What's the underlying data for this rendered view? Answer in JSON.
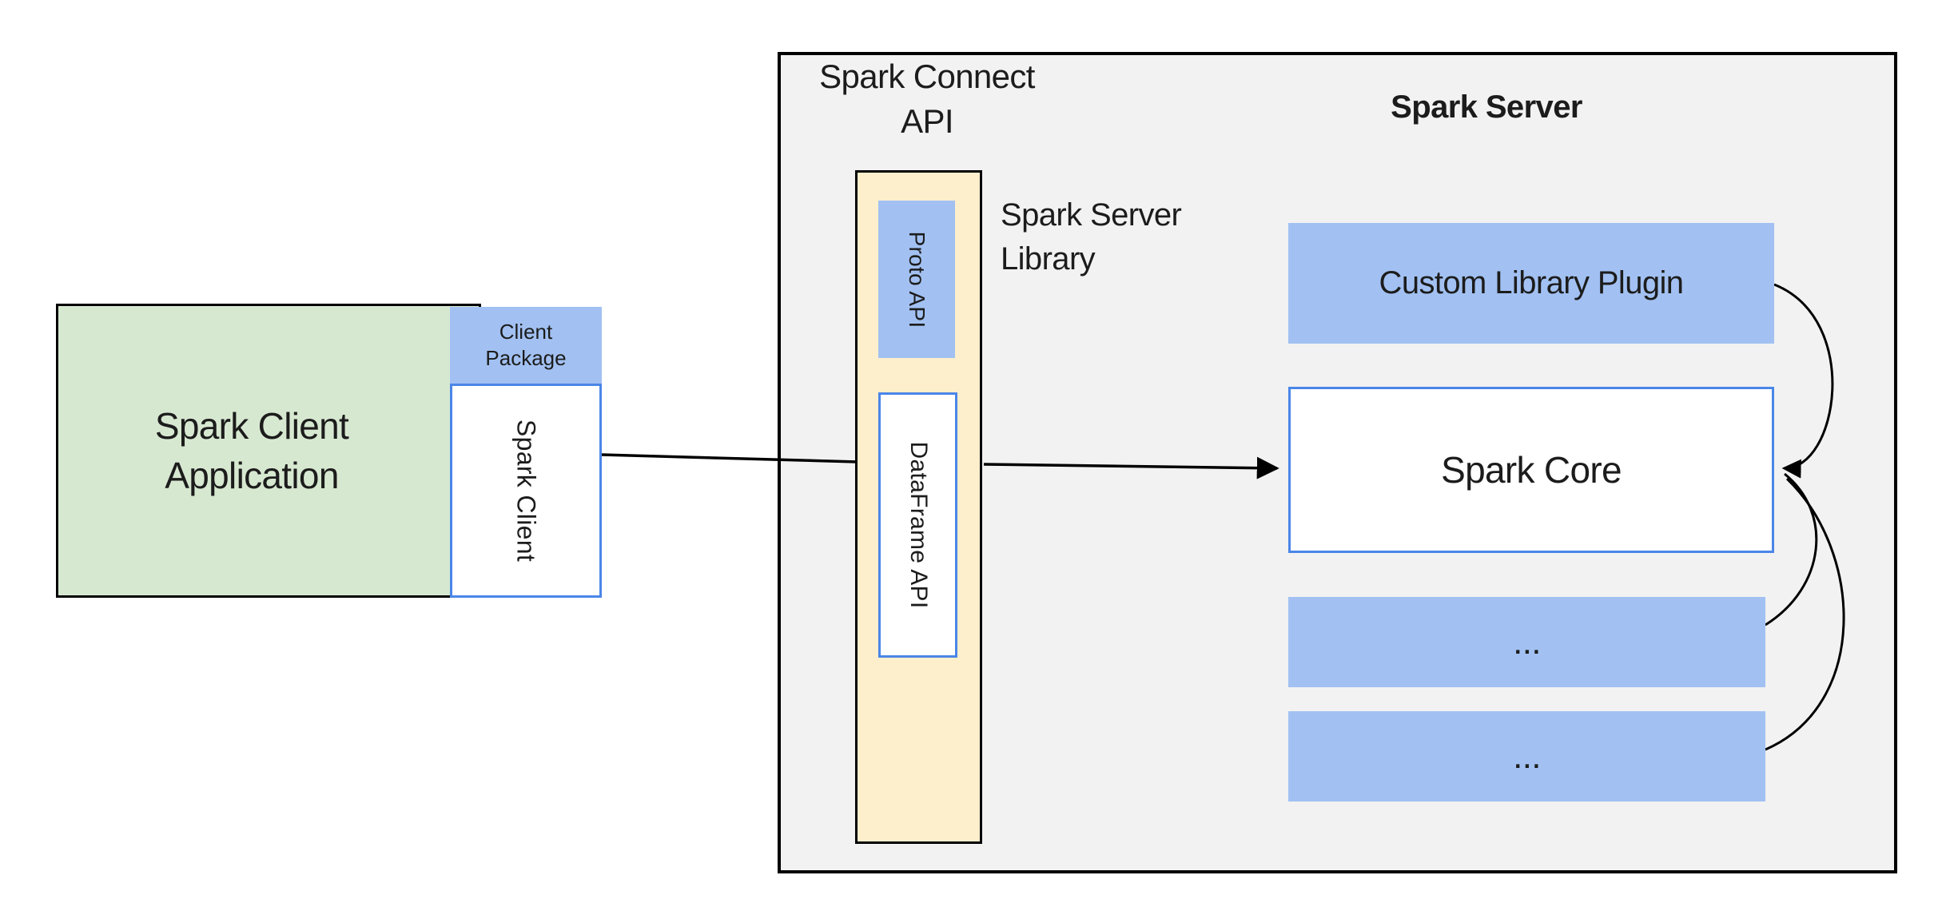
{
  "diagram": {
    "client_application": {
      "lines": [
        "Spark Client",
        "Application"
      ]
    },
    "client_package": {
      "lines": [
        "Client",
        "Package"
      ]
    },
    "spark_client": {
      "label": "Spark Client"
    },
    "connect_api_title": {
      "lines": [
        "Spark Connect",
        "API"
      ]
    },
    "server_title": {
      "label": "Spark Server"
    },
    "server_library_label": {
      "lines": [
        "Spark Server",
        "Library"
      ]
    },
    "proto_api": {
      "label": "Proto API"
    },
    "dataframe_api": {
      "label": "DataFrame API"
    },
    "custom_library_plugin": {
      "label": "Custom Library Plugin"
    },
    "spark_core": {
      "label": "Spark Core"
    },
    "plugin_slot_1": {
      "label": "..."
    },
    "plugin_slot_2": {
      "label": "..."
    },
    "colors": {
      "client_app_fill": "#d7e8d1",
      "light_blue_fill": "#a2c1f2",
      "blue_border": "#4a86e8",
      "cream_fill": "#fdefcc",
      "server_fill": "#f2f2f2",
      "outline": "#000000",
      "text": "#1c1c1c"
    },
    "arrows": [
      {
        "name": "client-to-spark-core"
      },
      {
        "name": "custom-library-plugin-to-spark-core"
      },
      {
        "name": "plugin-slot-1-to-spark-core"
      },
      {
        "name": "plugin-slot-2-to-spark-core"
      }
    ]
  }
}
